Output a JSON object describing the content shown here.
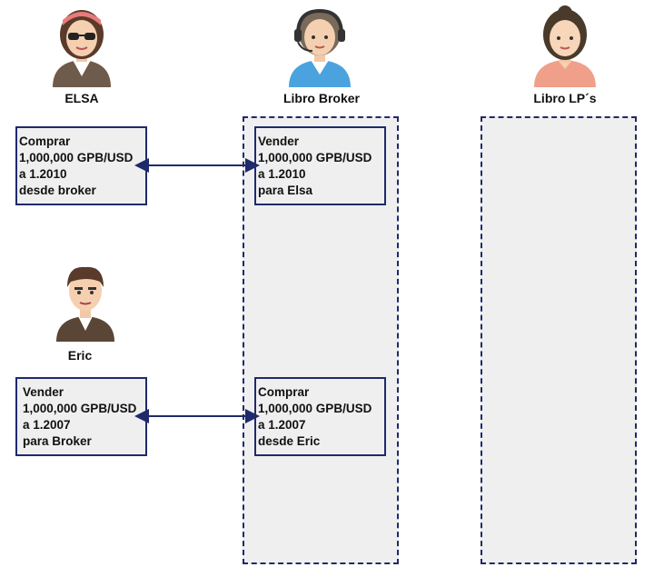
{
  "actors": {
    "elsa": {
      "name": "ELSA",
      "icon": "woman-sunglasses-avatar-icon"
    },
    "broker": {
      "name": "Libro Broker",
      "icon": "woman-headset-avatar-icon"
    },
    "lps": {
      "name": "Libro LP´s",
      "icon": "woman-avatar-icon"
    },
    "eric": {
      "name": "Eric",
      "icon": "man-avatar-icon"
    }
  },
  "trades": {
    "elsa_buy": [
      "Comprar",
      "1,000,000 GPB/USD",
      "a 1.2010",
      "desde broker"
    ],
    "broker_sell": [
      "Vender",
      "1,000,000 GPB/USD",
      "a 1.2010",
      "para Elsa"
    ],
    "eric_sell": [
      "Vender",
      "1,000,000 GPB/USD",
      "a 1.2007",
      "para Broker"
    ],
    "broker_buy": [
      "Comprar",
      "1,000,000 GPB/USD",
      "a 1.2007",
      "desde Eric"
    ]
  },
  "colors": {
    "border": "#1f2a6b",
    "box_fill": "#efefef"
  }
}
